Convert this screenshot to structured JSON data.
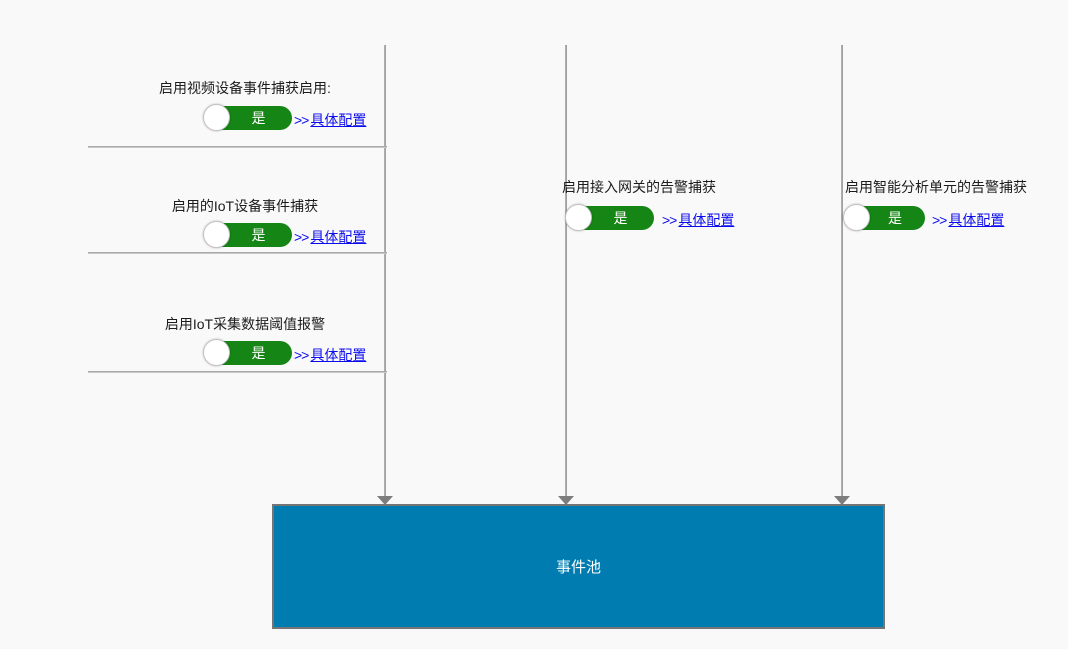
{
  "background": "#f9f9f9",
  "colors": {
    "toggle_on_green": "#158515",
    "link_blue": "#0b0bee",
    "pool_fill_blue": "#007cb0",
    "pool_border_gray": "#757575",
    "connector_gray": "#9a9a9a",
    "label_text": "#1c1c1c"
  },
  "sources": [
    {
      "label": "启用视频设备事件捕获启用:",
      "toggle": {
        "state_label": "是",
        "on": true
      },
      "link": {
        "prefix": ">>",
        "label": "具体配置"
      }
    },
    {
      "label": "启用的IoT设备事件捕获",
      "toggle": {
        "state_label": "是",
        "on": true
      },
      "link": {
        "prefix": ">>",
        "label": "具体配置"
      }
    },
    {
      "label": "启用IoT采集数据阈值报警",
      "toggle": {
        "state_label": "是",
        "on": true
      },
      "link": {
        "prefix": ">>",
        "label": "具体配置"
      }
    },
    {
      "label": "启用接入网关的告警捕获",
      "toggle": {
        "state_label": "是",
        "on": true
      },
      "link": {
        "prefix": ">>",
        "label": "具体配置"
      }
    },
    {
      "label": "启用智能分析单元的告警捕获",
      "toggle": {
        "state_label": "是",
        "on": true
      },
      "link": {
        "prefix": ">>",
        "label": "具体配置"
      }
    }
  ],
  "event_pool": {
    "label": "事件池"
  }
}
